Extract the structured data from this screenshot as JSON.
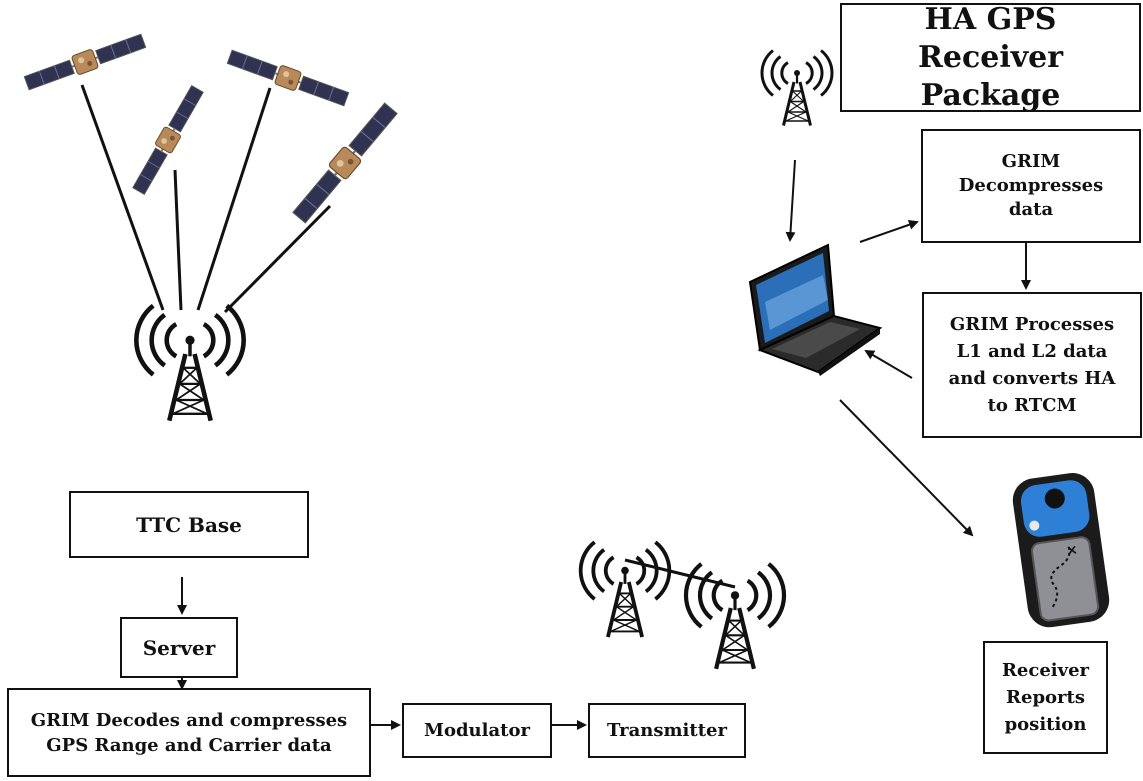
{
  "colors": {
    "line": "#111111",
    "satellite_panel": "#2f3250",
    "satellite_body": "#b8895a",
    "laptop_screen": "#2a6fb8",
    "gps_device_blue": "#2e7fd6",
    "gps_screen": "#8e9096"
  },
  "icons": [
    "satellite-icon",
    "tower-antenna-icon",
    "laptop-icon",
    "gps-handheld-icon",
    "arrow-icon"
  ],
  "title_box": {
    "line1": "HA GPS Receiver",
    "line2": "Package"
  },
  "grim_decompress": {
    "line1": "GRIM",
    "line2": "Decompresses",
    "line3": "data"
  },
  "grim_process": {
    "line1": "GRIM Processes",
    "line2": "L1 and L2 data",
    "line3": "and converts HA",
    "line4": "to RTCM"
  },
  "receiver": {
    "line1": "Receiver",
    "line2": "Reports",
    "line3": "position"
  },
  "ttc_base": {
    "label": "TTC Base"
  },
  "server": {
    "label": "Server"
  },
  "grim_decode": {
    "line1": "GRIM Decodes and compresses",
    "line2": "GPS Range and Carrier data"
  },
  "modulator": {
    "label": "Modulator"
  },
  "transmitter": {
    "label": "Transmitter"
  }
}
